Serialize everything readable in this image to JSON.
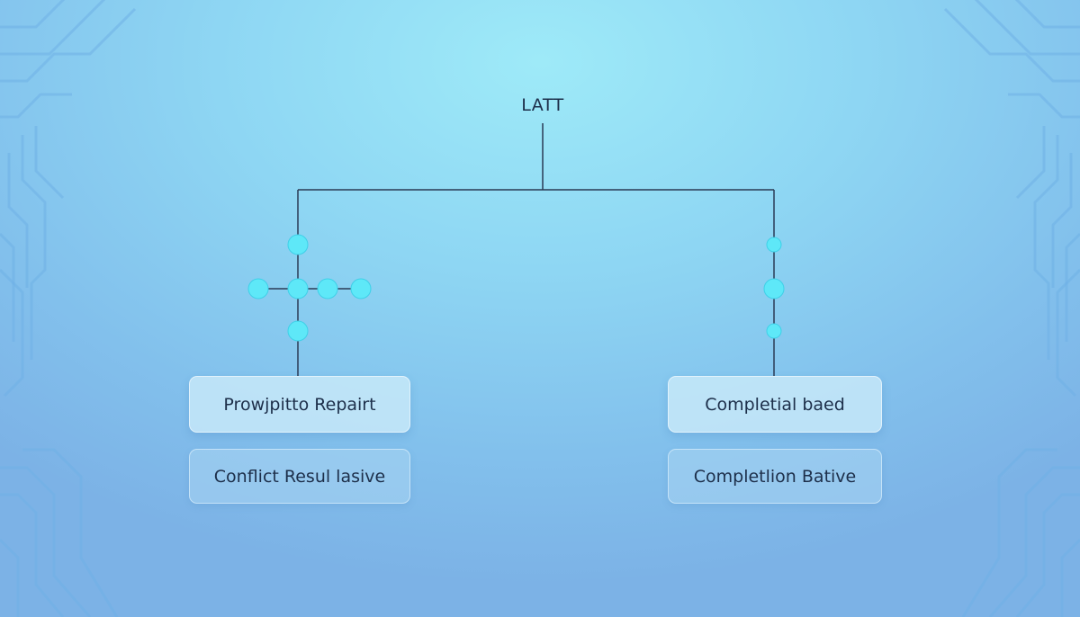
{
  "diagram": {
    "root": {
      "label": "LATT"
    },
    "left_branch": {
      "cards": [
        {
          "label": "Prowjpitto Repairt"
        },
        {
          "label": "Conflict Resul lasive"
        }
      ]
    },
    "right_branch": {
      "cards": [
        {
          "label": "Completial baed"
        },
        {
          "label": "Completlion Bative"
        }
      ]
    }
  },
  "colors": {
    "connector": "#2a3a55",
    "node_fill": "#5ee8f8",
    "node_stroke": "#3fd0e8",
    "text": "#1d2f4a"
  },
  "icons": {
    "background_motif": "circuit-pattern-icon"
  }
}
